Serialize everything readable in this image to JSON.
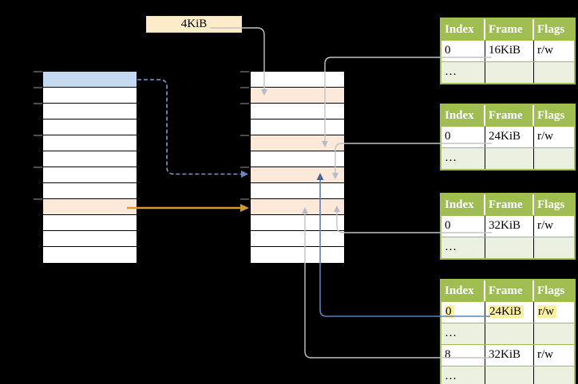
{
  "page_size_box": {
    "label": "4KiB"
  },
  "virtual_memory_column": {
    "rows": 12,
    "blue_row_index": 0,
    "orange_row_index": 8
  },
  "physical_memory_column": {
    "rows": 12,
    "orange_row_indexes": [
      1,
      4,
      6,
      8
    ]
  },
  "page_tables": [
    {
      "columns": [
        "Index",
        "Frame",
        "Flags"
      ],
      "rows": [
        {
          "style": "data",
          "highlight": false,
          "cells": [
            "0",
            "16KiB",
            "r/w"
          ]
        },
        {
          "style": "dots",
          "highlight": false,
          "cells": [
            "…",
            "",
            ""
          ]
        }
      ]
    },
    {
      "columns": [
        "Index",
        "Frame",
        "Flags"
      ],
      "rows": [
        {
          "style": "data",
          "highlight": false,
          "cells": [
            "0",
            "24KiB",
            "r/w"
          ]
        },
        {
          "style": "dots",
          "highlight": false,
          "cells": [
            "…",
            "",
            ""
          ]
        }
      ]
    },
    {
      "columns": [
        "Index",
        "Frame",
        "Flags"
      ],
      "rows": [
        {
          "style": "data",
          "highlight": false,
          "cells": [
            "0",
            "32KiB",
            "r/w"
          ]
        },
        {
          "style": "dots",
          "highlight": false,
          "cells": [
            "…",
            "",
            ""
          ]
        }
      ]
    },
    {
      "columns": [
        "Index",
        "Frame",
        "Flags"
      ],
      "rows": [
        {
          "style": "data",
          "highlight": true,
          "cells": [
            "0",
            "24KiB",
            "r/w"
          ]
        },
        {
          "style": "dots",
          "highlight": false,
          "cells": [
            "…",
            "",
            ""
          ]
        },
        {
          "style": "data",
          "highlight": false,
          "cells": [
            "8",
            "32KiB",
            "r/w"
          ]
        },
        {
          "style": "dots",
          "highlight": false,
          "cells": [
            "…",
            "",
            ""
          ]
        }
      ]
    }
  ],
  "colors": {
    "green": "#9fbd50",
    "green_light": "#ebf1de",
    "blue_row": "#c5d9f1",
    "orange_row": "#fde9d9",
    "tan_box": "#fcecc9",
    "tan_border": "#f3e0b4",
    "yellow_hl": "#fbf0a0",
    "line_gray": "#c3c3c3",
    "head_gray": "#b4bcca",
    "blue_line": "#5b80ba",
    "blue_head": "#44659f",
    "dash_blue": "#7e9ace",
    "dash_head": "#6a86ba",
    "orange_arrow": "#d89a2b",
    "tick_gray": "#7f7f7f"
  }
}
